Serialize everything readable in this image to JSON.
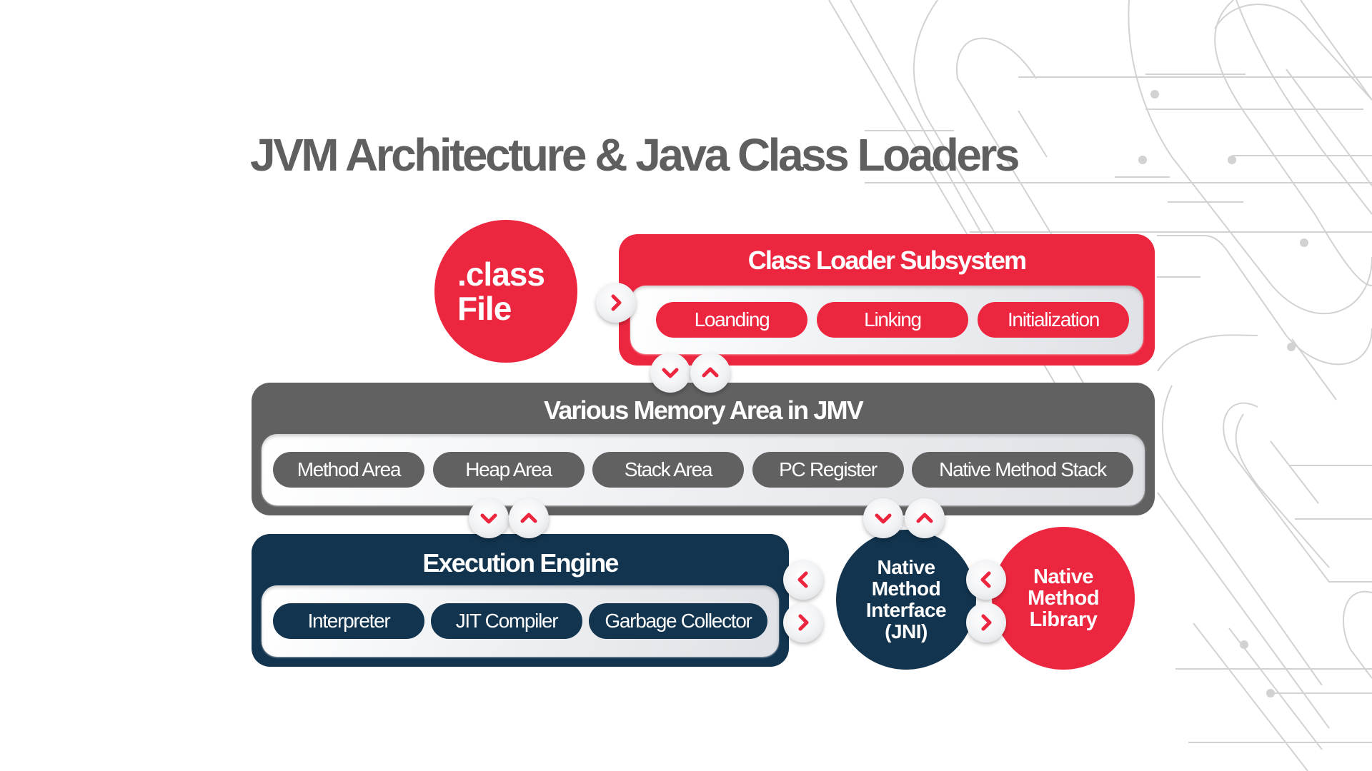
{
  "title": "JVM Architecture & Java Class Loaders",
  "colors": {
    "red": "#ed263f",
    "grey": "#616161",
    "navy": "#12344e",
    "title": "#5f5f5f"
  },
  "class_file": {
    "line1": ".class",
    "line2": "File"
  },
  "class_loader": {
    "title": "Class Loader Subsystem",
    "steps": [
      "Loanding",
      "Linking",
      "Initialization"
    ]
  },
  "memory": {
    "title": "Various Memory Area in JMV",
    "areas": [
      "Method Area",
      "Heap Area",
      "Stack Area",
      "PC Register",
      "Native Method Stack"
    ]
  },
  "execution": {
    "title": "Execution Engine",
    "parts": [
      "Interpreter",
      "JIT Compiler",
      "Garbage Collector"
    ]
  },
  "jni": {
    "lines": [
      "Native",
      "Method",
      "Interface",
      "(JNI)"
    ]
  },
  "library": {
    "lines": [
      "Native",
      "Method",
      "Library"
    ]
  },
  "connectors": [
    {
      "from": "class-file",
      "to": "class-loader",
      "icon": "chevron-right-icon"
    },
    {
      "between": "class-loader/memory",
      "icons": [
        "chevron-down-icon",
        "chevron-up-icon"
      ]
    },
    {
      "between": "memory/execution",
      "icons": [
        "chevron-down-icon",
        "chevron-up-icon"
      ]
    },
    {
      "between": "memory/jni",
      "icons": [
        "chevron-down-icon",
        "chevron-up-icon"
      ]
    },
    {
      "between": "execution/jni",
      "icons": [
        "chevron-left-icon",
        "chevron-right-icon"
      ]
    },
    {
      "between": "jni/library",
      "icons": [
        "chevron-left-icon",
        "chevron-right-icon"
      ]
    }
  ]
}
